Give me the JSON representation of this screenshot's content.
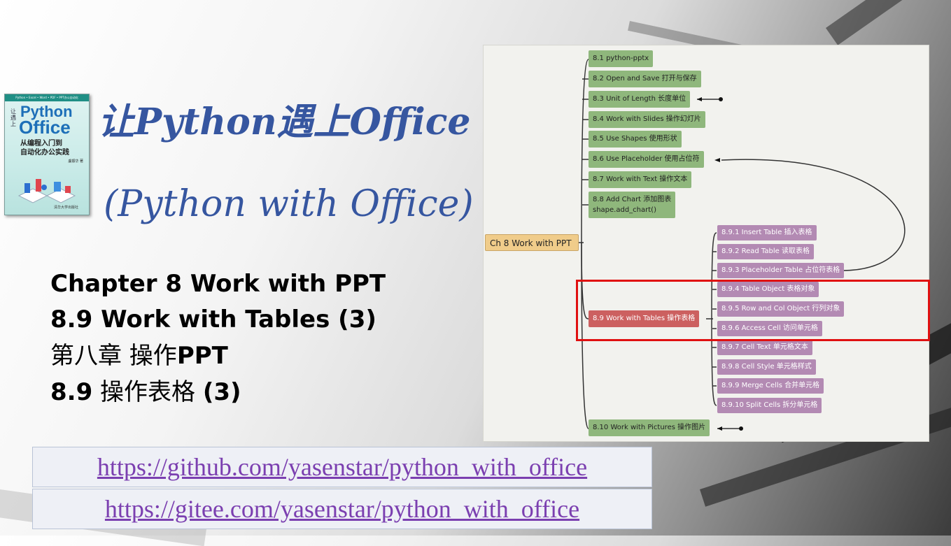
{
  "book": {
    "banner": "Python • Excel • Word • PDF • PPT办公自动化",
    "side_text": "让遇上",
    "title_a": "Python",
    "title_b": "Office",
    "subtitle_1": "从编程入门到",
    "subtitle_2": "自动化办公实践",
    "author": "虞振华 著",
    "publisher": "清华大学出版社"
  },
  "header": {
    "title_cn": "让Python遇上Office",
    "title_en": "(Python with Office)"
  },
  "chapter": {
    "line1": "Chapter 8 Work with PPT",
    "line2": "8.9 Work with Tables (3)",
    "line3_cn": "第八章 操作",
    "line3_bold": "PPT",
    "line4_num": "8.9",
    "line4_cn": " 操作表格 ",
    "line4_tail": "(3)"
  },
  "links": {
    "github": "https://github.com/yasenstar/python_with_office",
    "gitee": "https://gitee.com/yasenstar/python_with_office"
  },
  "mindmap": {
    "root": "Ch 8 Work with PPT",
    "sections": [
      "8.1 python-pptx",
      "8.2 Open and Save 打开与保存",
      "8.3 Unit of Length 长度单位",
      "8.4 Work with Slides 操作幻灯片",
      "8.5 Use Shapes 使用形状",
      "8.6 Use Placeholder 使用占位符",
      "8.7 Work with Text 操作文本",
      "8.8 Add Chart 添加图表",
      "8.10 Work with Pictures 操作图片"
    ],
    "section_8_8_extra": "shape.add_chart()",
    "current": "8.9 Work with Tables 操作表格",
    "subsections": [
      "8.9.1 Insert Table 插入表格",
      "8.9.2 Read Table 读取表格",
      "8.9.3 Placeholder Table 占位符表格",
      "8.9.4 Table Object 表格对象",
      "8.9.5 Row and Col Object 行列对象",
      "8.9.6 Access Cell 访问单元格",
      "8.9.7 Cell Text 单元格文本",
      "8.9.8 Cell Style 单元格样式",
      "8.9.9 Merge Cells 合并单元格",
      "8.9.10 Split Cells 拆分单元格"
    ]
  },
  "colors": {
    "title": "#3656a0",
    "link": "#7b3fb0",
    "node_green": "#8fb77c",
    "node_purple": "#b38ab3",
    "node_current": "#cc6060",
    "highlight": "#e01010"
  }
}
